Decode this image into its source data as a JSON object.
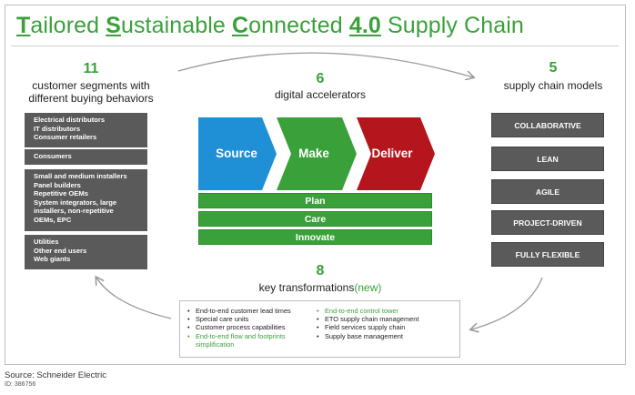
{
  "title": {
    "parts": [
      {
        "text": "T",
        "cap": true
      },
      {
        "text": "ailored ",
        "cap": false
      },
      {
        "text": "S",
        "cap": true
      },
      {
        "text": "ustainable ",
        "cap": false
      },
      {
        "text": "C",
        "cap": true
      },
      {
        "text": "onnected ",
        "cap": false
      },
      {
        "text": "4.0",
        "cap": true
      },
      {
        "text": " Supply Chain",
        "cap": false
      }
    ]
  },
  "segments": {
    "number": "11",
    "label_line1": "customer segments with",
    "label_line2": "different buying behaviors",
    "groups": [
      [
        "Electrical distributors",
        "IT distributors",
        "Consumer retailers"
      ],
      [
        "Consumers"
      ],
      [
        "Small and medium installers",
        "Panel builders",
        "Repetitive OEMs",
        "System integrators, large",
        "installers, non-repetitive",
        "OEMs, EPC"
      ],
      [
        "Utilities",
        "Other end users",
        "Web giants"
      ]
    ]
  },
  "accelerators": {
    "number": "6",
    "label": "digital accelerators",
    "chevrons": [
      "Source",
      "Make",
      "Deliver"
    ],
    "bars": [
      "Plan",
      "Care",
      "Innovate"
    ]
  },
  "models": {
    "number": "5",
    "label": "supply chain models",
    "items": [
      "COLLABORATIVE",
      "LEAN",
      "AGILE",
      "PROJECT-DRIVEN",
      "FULLY FLEXIBLE"
    ]
  },
  "transformations": {
    "number": "8",
    "label": "key transformations",
    "label_new": "(new)",
    "left": [
      {
        "text": "End-to-end customer lead times",
        "green": false
      },
      {
        "text": "Special care units",
        "green": false
      },
      {
        "text": "Customer process capabilities",
        "green": false
      },
      {
        "text": "End-to-end flow and footprints simplification",
        "green": true
      }
    ],
    "right": [
      {
        "text": "End-to-end control tower",
        "green": true
      },
      {
        "text": "ETO supply chain management",
        "green": false
      },
      {
        "text": "Field services supply chain",
        "green": false
      },
      {
        "text": "Supply base management",
        "green": false
      }
    ]
  },
  "colors": {
    "green": "#3aa13a",
    "blue": "#1f8fd6",
    "red": "#b5161d",
    "gray": "#5a5a5a"
  },
  "footer": {
    "source": "Source: Schneider Electric",
    "id": "ID: 386756"
  }
}
